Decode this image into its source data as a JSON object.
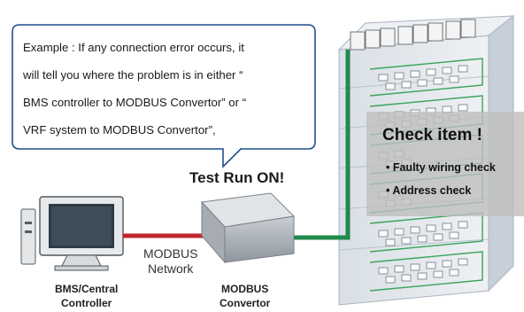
{
  "callout": {
    "lines": [
      "Example : If any connection error occurs, it",
      "will tell you where the problem is in either “",
      "BMS controller to MODBUS Convertor” or “",
      "VRF system to MODBUS Convertor”,"
    ]
  },
  "test_run_label": "Test Run ON!",
  "check": {
    "title": "Check item !",
    "items": [
      "• Faulty wiring check",
      "• Address check"
    ]
  },
  "network": {
    "line1": "MODBUS",
    "line2": "Network"
  },
  "devices": {
    "bms": {
      "line1": "BMS/Central",
      "line2": "Controller"
    },
    "convertor": {
      "line1": "MODBUS",
      "line2": "Convertor"
    }
  },
  "colors": {
    "bms_link": "#c0262b",
    "vrf_link": "#1f8a4a",
    "bubble_border": "#1d4f8a"
  }
}
